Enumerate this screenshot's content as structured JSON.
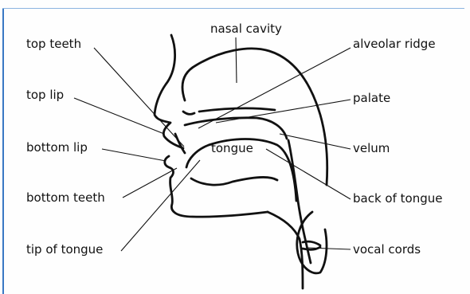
{
  "diagram": {
    "labels": {
      "nasal_cavity": "nasal cavity",
      "top_teeth": "top teeth",
      "alveolar_ridge": "alveolar ridge",
      "top_lip": "top lip",
      "palate": "palate",
      "bottom_lip": "bottom lip",
      "tongue": "tongue",
      "velum": "velum",
      "bottom_teeth": "bottom teeth",
      "back_of_tongue": "back of tongue",
      "tip_of_tongue": "tip of tongue",
      "vocal_cords": "vocal cords"
    },
    "colors": {
      "ink": "#111111",
      "frame": "#3a78c4",
      "background": "#fefefe"
    }
  }
}
